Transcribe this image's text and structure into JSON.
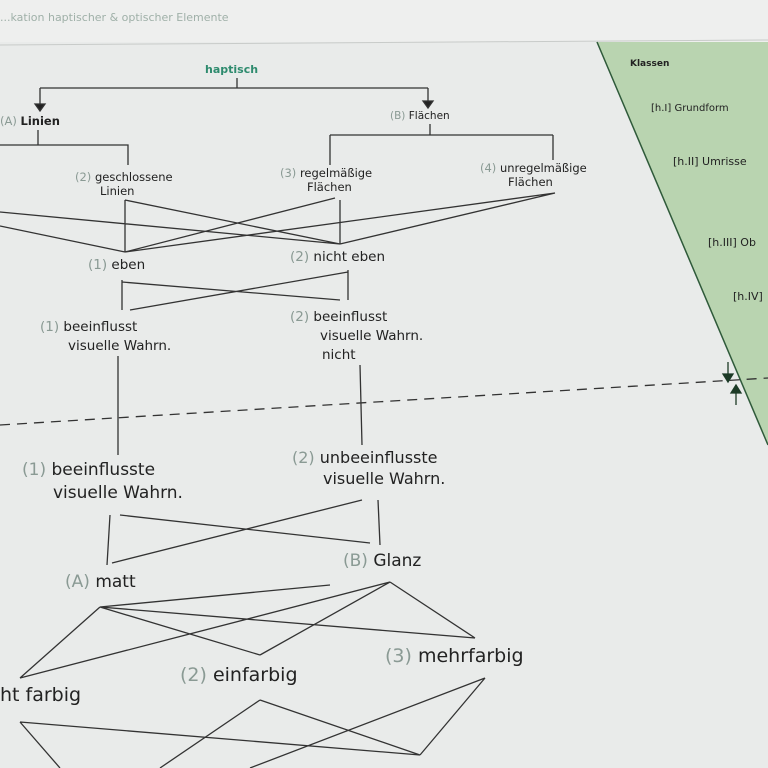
{
  "header": {
    "title": "...kation haptischer & optischer Elemente"
  },
  "colors": {
    "panel": "#b9d4b0",
    "accent": "#2e8b6e",
    "paper": "#ecedec"
  },
  "tree": {
    "root": "haptisch",
    "level1": [
      {
        "num": "(A)",
        "label": "Linien"
      },
      {
        "num": "(B)",
        "label": "Flächen"
      }
    ],
    "level2": [
      {
        "num": "(2)",
        "label": [
          "geschlossene",
          "Linien"
        ]
      },
      {
        "num": "(3)",
        "label": [
          "regelmäßige",
          "Flächen"
        ]
      },
      {
        "num": "(4)",
        "label": [
          "unregelmäßige",
          "Flächen"
        ]
      }
    ],
    "level3": [
      {
        "num": "(1)",
        "label": "eben"
      },
      {
        "num": "(2)",
        "label": "nicht eben"
      }
    ],
    "level4": [
      {
        "num": "(1)",
        "label": [
          "beeinflusst",
          "visuelle Wahrn."
        ]
      },
      {
        "num": "(2)",
        "label": [
          "beeinflusst",
          "visuelle Wahrn.",
          "nicht"
        ]
      }
    ],
    "level5": [
      {
        "num": "(1)",
        "label": [
          "beeinflusste",
          "visuelle Wahrn."
        ]
      },
      {
        "num": "(2)",
        "label": [
          "unbeeinflusste",
          "visuelle Wahrn."
        ]
      }
    ],
    "level6": [
      {
        "num": "(A)",
        "label": "matt"
      },
      {
        "num": "(B)",
        "label": "Glanz"
      }
    ],
    "level7": [
      {
        "num": "",
        "label": "ht farbig"
      },
      {
        "num": "(2)",
        "label": "einfarbig"
      },
      {
        "num": "(3)",
        "label": "mehrfarbig"
      }
    ]
  },
  "classes": {
    "title": "Klassen",
    "items": [
      "[h.I] Grundform",
      "[h.II] Umrisse",
      "[h.III] Ob",
      "[h.IV]"
    ]
  }
}
